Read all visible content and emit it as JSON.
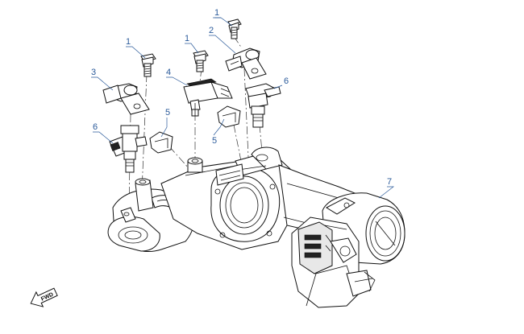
{
  "callouts": {
    "bolt_top_right": "1",
    "bolt_left": "1",
    "bolt_center": "1",
    "sensor_right": "2",
    "sensor_left": "3",
    "map_sensor": "4",
    "clip_upper": "5",
    "clip_lower": "5",
    "injector_right": "6",
    "injector_left": "6",
    "throttle_body": "7"
  },
  "fwd_label": "FWD",
  "colors": {
    "callout": "#2a5a9a",
    "line": "#111111",
    "background": "#ffffff"
  }
}
